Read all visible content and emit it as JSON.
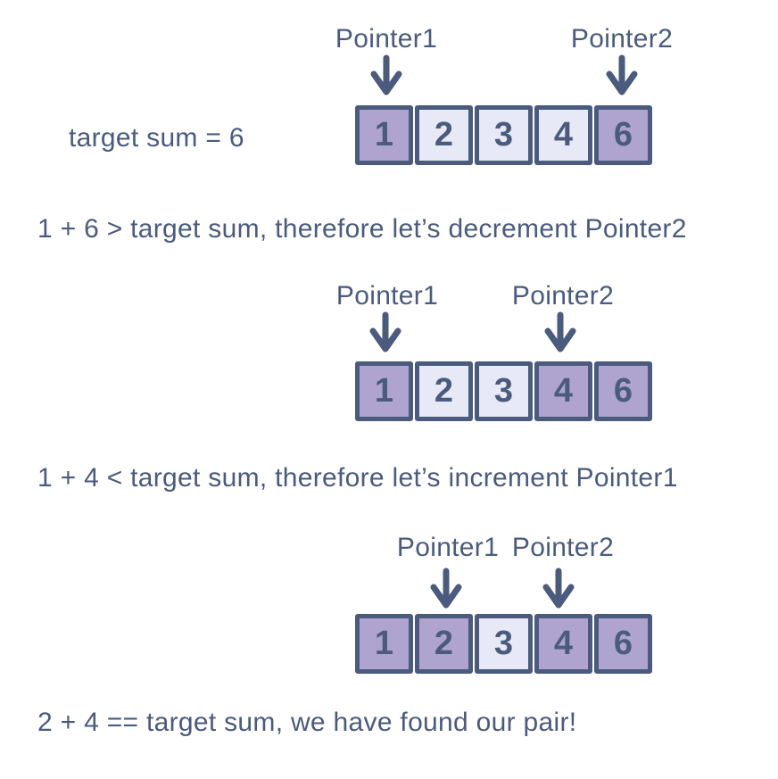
{
  "palette": {
    "background": "#ffffff",
    "text": "#4a5b7e",
    "cell_border": "#4a5b7e",
    "cell_highlight": "#aea4cf",
    "cell_normal": "#e8e9f7",
    "arrow": "#4a5b7e"
  },
  "intro": {
    "target_text": "target sum = 6"
  },
  "diagrams": [
    {
      "pointer1_label": "Pointer1",
      "pointer2_label": "Pointer2",
      "cells": [
        {
          "value": "1",
          "state": "highlight"
        },
        {
          "value": "2",
          "state": "normal"
        },
        {
          "value": "3",
          "state": "normal"
        },
        {
          "value": "4",
          "state": "normal"
        },
        {
          "value": "6",
          "state": "highlight"
        }
      ],
      "caption": "1 + 6 > target sum, therefore let’s decrement Pointer2"
    },
    {
      "pointer1_label": "Pointer1",
      "pointer2_label": "Pointer2",
      "cells": [
        {
          "value": "1",
          "state": "highlight"
        },
        {
          "value": "2",
          "state": "normal"
        },
        {
          "value": "3",
          "state": "normal"
        },
        {
          "value": "4",
          "state": "highlight"
        },
        {
          "value": "6",
          "state": "highlight"
        }
      ],
      "caption": "1 + 4 < target sum, therefore let’s increment Pointer1"
    },
    {
      "pointer1_label": "Pointer1",
      "pointer2_label": "Pointer2",
      "cells": [
        {
          "value": "1",
          "state": "highlight"
        },
        {
          "value": "2",
          "state": "highlight"
        },
        {
          "value": "3",
          "state": "normal"
        },
        {
          "value": "4",
          "state": "highlight"
        },
        {
          "value": "6",
          "state": "highlight"
        }
      ],
      "caption": "2 + 4 == target sum, we have found our pair!"
    }
  ]
}
